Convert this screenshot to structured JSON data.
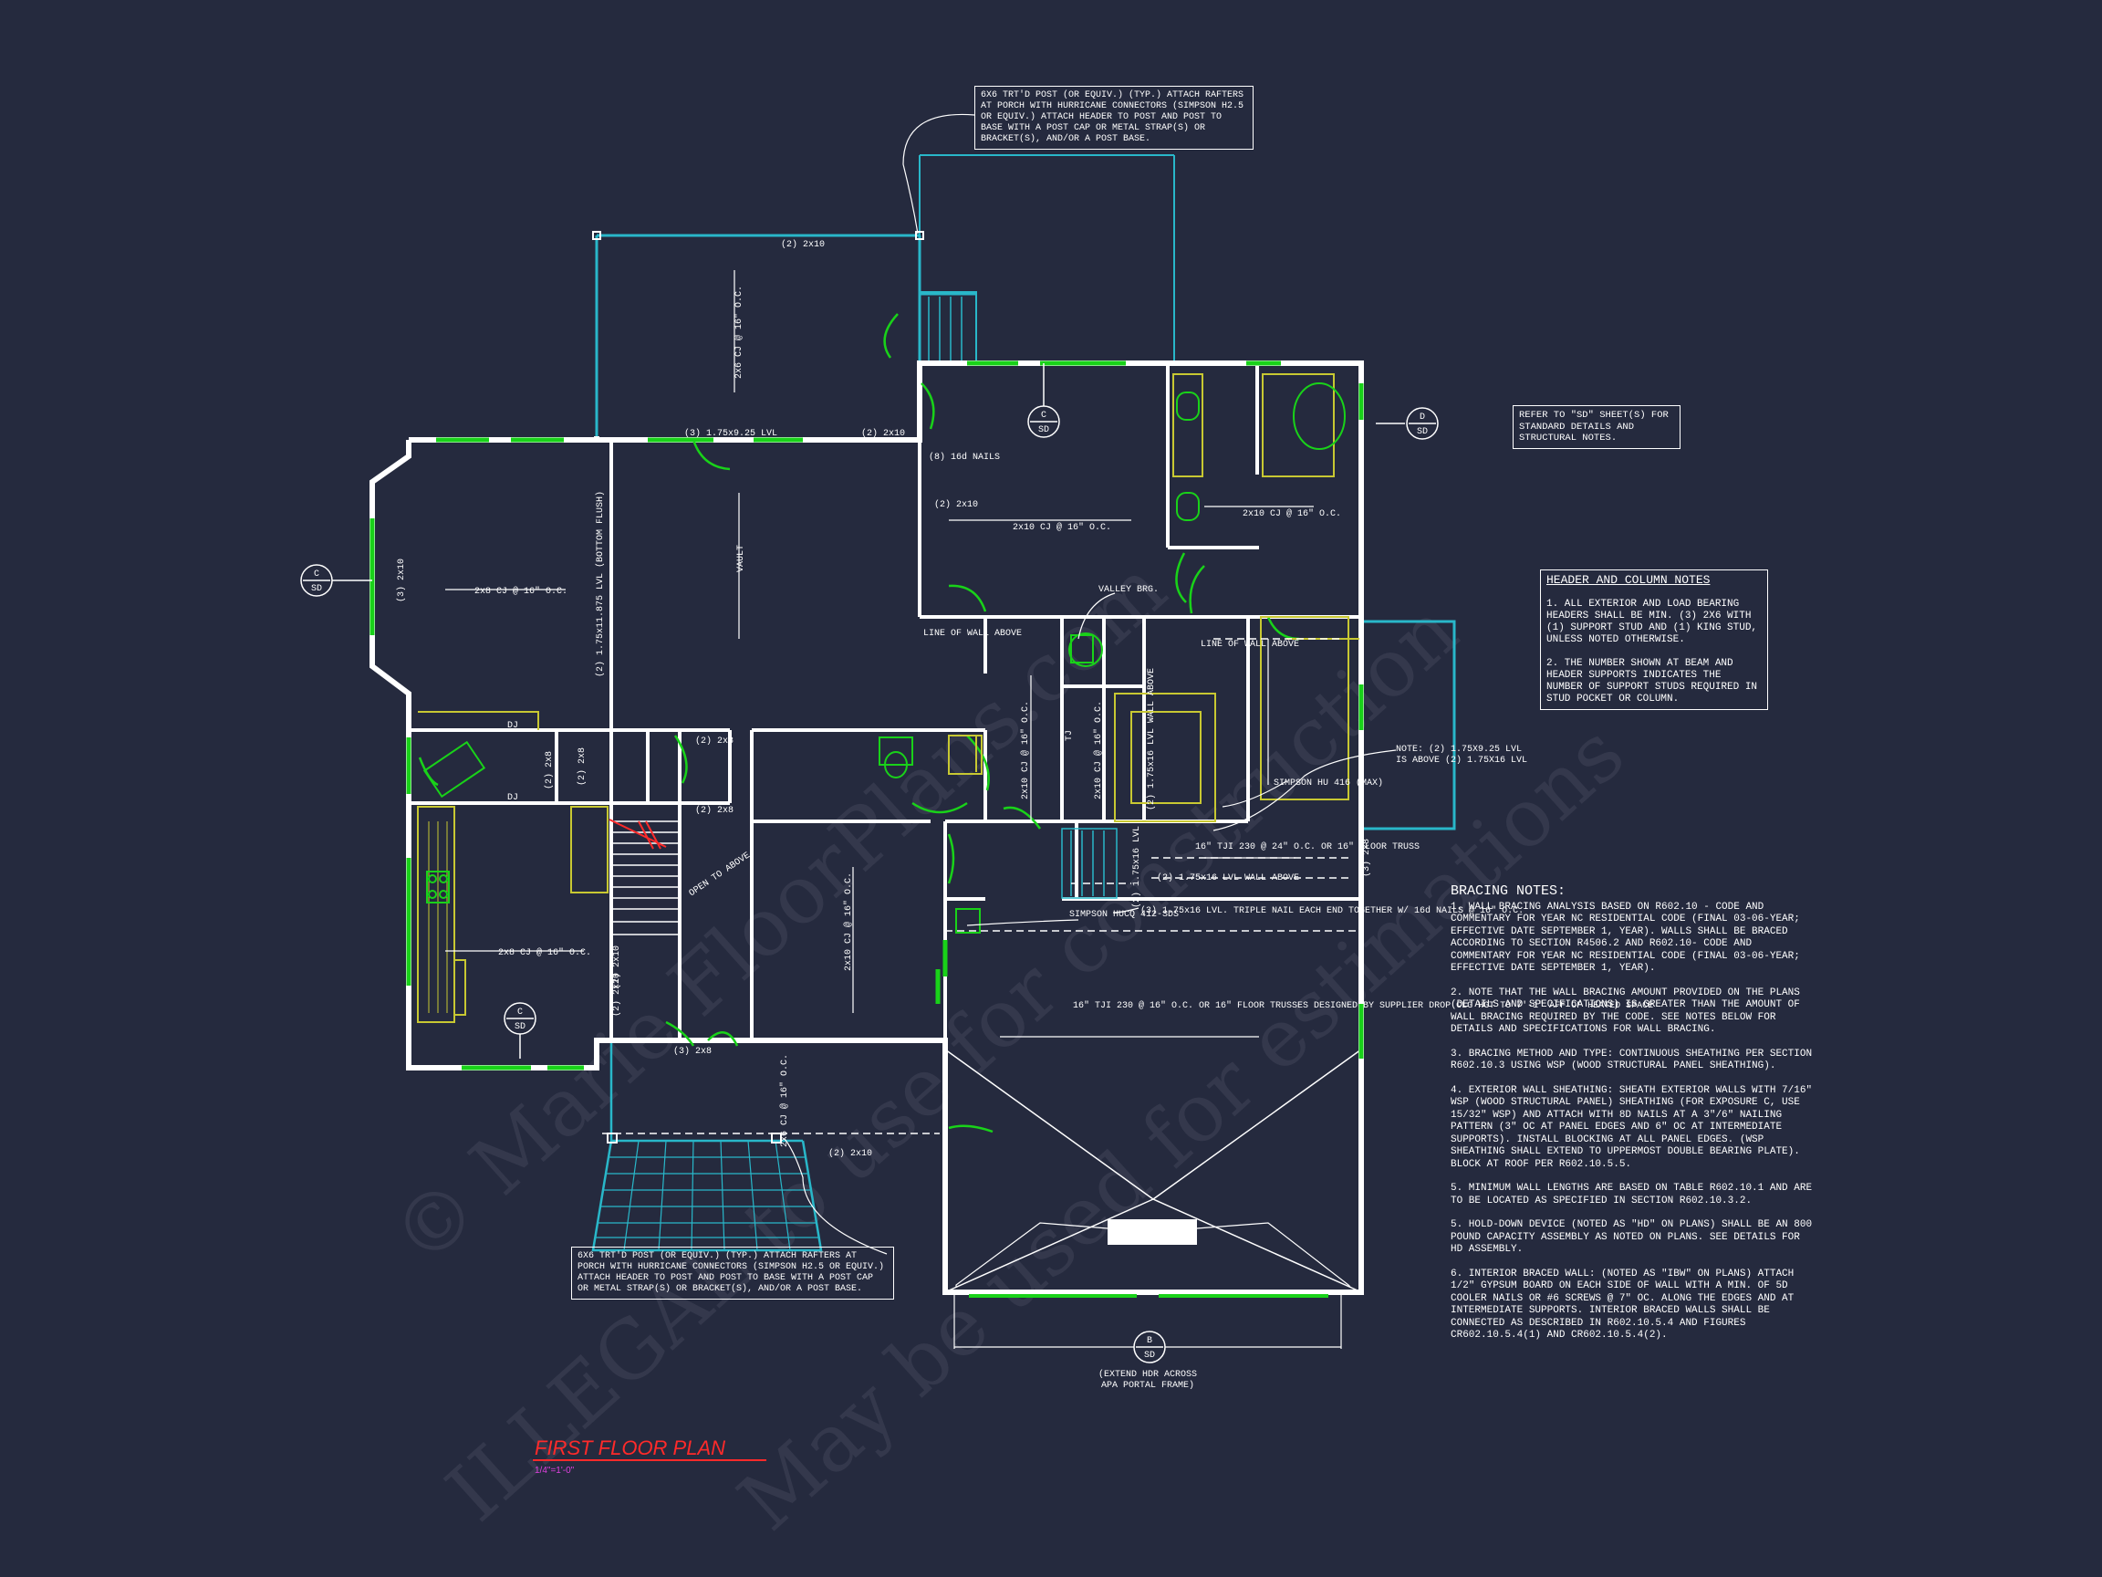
{
  "plan": {
    "title": "FIRST FLOOR PLAN",
    "scale": "1/4\"=1'-0\""
  },
  "colors": {
    "background": "#252a3e",
    "wall": "#ffffff",
    "window": "#19d219",
    "deck": "#29b7c9",
    "accent": "#ff2a2a",
    "scale_text": "#e040e0",
    "fixture": "#c8c832"
  },
  "watermark": {
    "line1": "© Marie FloorPlans.com",
    "line2": "ILLEGAL to use for construction",
    "line3": "May be used for estimations"
  },
  "callouts": {
    "porch_top": "6x6 TRT'D POST (OR EQUIV.) (TYP.) ATTACH RAFTERS AT PORCH WITH HURRICANE CONNECTORS (SIMPSON H2.5 OR EQUIV.) ATTACH HEADER TO POST AND POST TO BASE WITH A POST CAP OR METAL STRAP(S) OR BRACKET(S), AND/OR A POST BASE.",
    "porch_bottom": "6x6 TRT'D POST (OR EQUIV.) (TYP.) ATTACH RAFTERS AT PORCH WITH HURRICANE CONNECTORS (SIMPSON H2.5 OR EQUIV.) ATTACH HEADER TO POST AND POST TO BASE WITH A POST CAP OR METAL STRAP(S) OR BRACKET(S), AND/OR A POST BASE.",
    "refer": "REFER TO \"SD\" SHEET(S) FOR STANDARD DETAILS AND STRUCTURAL NOTES.",
    "note_lvl": "NOTE: (2) 1.75x9.25 LVL IS ABOVE (2) 1.75x16 LVL",
    "extend_hdr_1": "(EXTEND HDR ACROSS",
    "extend_hdr_2": "APA PORTAL FRAME)"
  },
  "header_notes": {
    "title": "HEADER AND COLUMN NOTES",
    "items": [
      "1. ALL EXTERIOR AND LOAD BEARING HEADERS SHALL BE MIN. (3) 2x6 WITH (1) SUPPORT STUD AND (1) KING STUD, UNLESS NOTED OTHERWISE.",
      "2. THE NUMBER SHOWN AT BEAM AND HEADER SUPPORTS INDICATES THE NUMBER OF SUPPORT STUDS REQUIRED IN STUD POCKET OR COLUMN."
    ]
  },
  "bracing_notes": {
    "title": "BRACING NOTES:",
    "items": [
      "1. WALL BRACING ANALYSIS BASED ON R602.10 - CODE AND COMMENTARY FOR YEAR NC RESIDENTIAL CODE (FINAL 03-06-YEAR; EFFECTIVE DATE SEPTEMBER 1, YEAR). WALLS SHALL BE BRACED ACCORDING TO SECTION R4506.2 AND R602.10- CODE AND COMMENTARY FOR YEAR NC RESIDENTIAL CODE (FINAL 03-06-YEAR; EFFECTIVE DATE SEPTEMBER 1, YEAR).",
      "2. NOTE THAT THE WALL BRACING AMOUNT PROVIDED ON THE PLANS (DETAILS AND SPECIFICATIONS) IS GREATER THAN THE AMOUNT OF WALL BRACING REQUIRED BY THE CODE. SEE NOTES BELOW FOR DETAILS AND SPECIFICATIONS FOR WALL BRACING.",
      "3. BRACING METHOD AND TYPE: CONTINUOUS SHEATHING PER SECTION R602.10.3 USING WSP (WOOD STRUCTURAL PANEL SHEATHING).",
      "4. EXTERIOR WALL SHEATHING: SHEATH EXTERIOR WALLS WITH 7/16\" WSP (WOOD STRUCTURAL PANEL) SHEATHING (FOR EXPOSURE C, USE 15/32\" WSP) AND ATTACH WITH 8d NAILS AT A 3\"/6\" NAILING PATTERN (3\" OC AT PANEL EDGES AND 6\" OC AT INTERMEDIATE SUPPORTS). INSTALL BLOCKING AT ALL PANEL EDGES. (WSP SHEATHING SHALL EXTEND TO UPPERMOST DOUBLE BEARING PLATE). BLOCK AT ROOF PER R602.10.5.5.",
      "5. MINIMUM WALL LENGTHS ARE BASED ON TABLE R602.10.1 AND ARE TO BE LOCATED AS SPECIFIED IN SECTION R602.10.3.2.",
      "5. HOLD-DOWN DEVICE (NOTED AS \"HD\" ON PLANS) SHALL BE AN 800 POUND CAPACITY ASSEMBLY AS NOTED ON PLANS. SEE DETAILS FOR HD ASSEMBLY.",
      "6. INTERIOR BRACED WALL: (NOTED AS \"IBW\" ON PLANS) ATTACH 1/2\" GYPSUM BOARD ON EACH SIDE OF WALL WITH A MIN. OF 5d COOLER NAILS OR #6 SCREWS @ 7\" OC. ALONG THE EDGES AND AT INTERMEDIATE SUPPORTS. INTERIOR BRACED WALLS SHALL BE CONNECTED AS DESCRIBED IN R602.10.5.4 AND FIGURES CR602.10.5.4(1) AND CR602.10.5.4(2)."
    ]
  },
  "section_marks": [
    {
      "letter": "C",
      "sheet": "SD"
    },
    {
      "letter": "C",
      "sheet": "SD"
    },
    {
      "letter": "D",
      "sheet": "SD"
    },
    {
      "letter": "C",
      "sheet": "SD"
    },
    {
      "letter": "B",
      "sheet": "SD"
    }
  ],
  "labels": {
    "porch_header": "(2) 2x10",
    "porch_cj": "2x6 CJ @ 16\" O.C.",
    "lvl_top": "(3) 1.75x9.25 LVL",
    "hdr_2x10_a": "(2) 2x10",
    "hdr_2x10_b": "(2) 2x10",
    "nails": "(8) 16d NAILS",
    "vault": "VAULT",
    "bay_hdr": "(3) 2x10",
    "cj_left": "2x8 CJ @ 16\" O.C.",
    "flush_beam": "(2) 1.75x11.875 LVL (BOTTOM FLUSH)",
    "cj_mid": "2x10 CJ @ 16\" O.C.",
    "cj_bath": "2x10 CJ @ 16\" O.C.",
    "valley": "VALLEY BRG.",
    "line_wall_1": "LINE OF WALL ABOVE",
    "line_wall_2": "LINE OF WALL ABOVE",
    "dj_1": "DJ",
    "dj_2": "DJ",
    "hdr_2x8_a": "(2) 2x8",
    "hdr_2x8_b": "(2) 2x8",
    "hdr_2x8_c": "(2) 2x8",
    "hdr_2x8_d": "(2) 2x8",
    "open_above": "OPEN TO ABOVE",
    "cj_kitchen": "2x8 CJ @ 16\" O.C.",
    "hdr_2x10_c": "(2) 2x10",
    "cj_center": "2x10 CJ @ 16\" O.C.",
    "cj_hall": "2x10 CJ @ 16\" O.C.",
    "cj_tj": "2x10 CJ @ 16\" O.C.",
    "tj": "TJ",
    "lvl_wall": "(2) 1.75x16 LVL WALL ABOVE",
    "simpson_hu": "SIMPSON HU 416 (MAX)",
    "tji_24": "16\" TJI 230 @ 24\" O.C. OR 16\" FLOOR TRUSS",
    "lvl_wall2": "(2) 1.75x16 LVL  WALL ABOVE",
    "lvl_16": "(2) 1.75x16 LVL",
    "triple_nail": "(3) 1.75x16 LVL. TRIPLE NAIL EACH END TOGETHER W/ 16d NAILS @ 16\" O.C.",
    "simpson_hucq": "SIMPSON HUCQ 412-SDS",
    "garage_trusses": "16\" TJI 230 @ 16\" O.C. OR 16\" FLOOR TRUSSES DESIGNED BY SUPPLIER DROP CLG HGT TO 7'-1\" AFF OF HEATED SPACE",
    "hdr_3_2x8": "(3) 2x8",
    "cj_rear": "2x6 CJ @ 16\" O.C.",
    "porch_hdr_bottom": "(2) 2x10",
    "right_2x8": "(3) 2x8",
    "left_2x10": "(2) 2x10"
  }
}
